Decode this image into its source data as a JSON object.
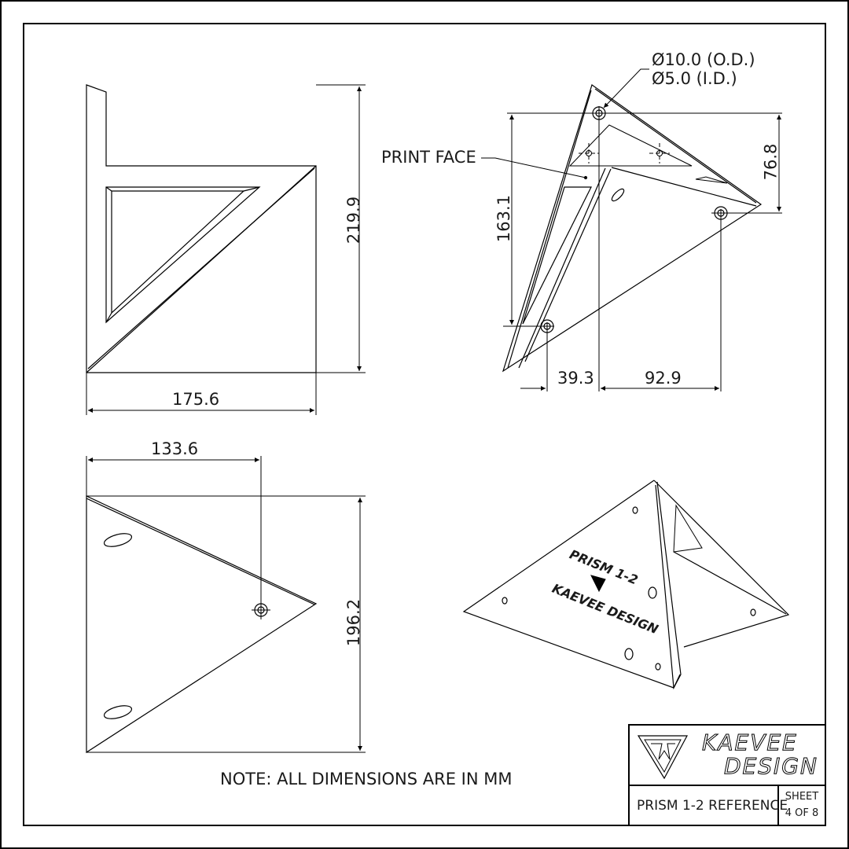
{
  "drawing": {
    "title": "PRISM 1-2 REFERENCE",
    "sheet_label": "SHEET",
    "sheet_number": "4 OF 8",
    "company_line1": "KAEVEE",
    "company_line2": "DESIGN",
    "note": "NOTE:  ALL DIMENSIONS ARE IN MM"
  },
  "views": {
    "front": {
      "width_dim": "175.6",
      "height_dim": "219.9"
    },
    "top_right": {
      "hole_callout_od": "Ø10.0 (O.D.)",
      "hole_callout_id": "Ø5.0 (I.D.)",
      "print_face_label": "PRINT FACE",
      "height_dim": "163.1",
      "right_height_dim": "76.8",
      "left_offset_dim": "39.3",
      "right_offset_dim": "92.9"
    },
    "bottom": {
      "offset_dim": "133.6",
      "height_dim": "196.2"
    },
    "isometric": {
      "engraving_line1": "PRISM 1-2",
      "engraving_line2": "KAEVEE DESIGN"
    }
  },
  "colors": {
    "line": "#000000",
    "background": "#ffffff",
    "text": "#1a1a1a"
  }
}
